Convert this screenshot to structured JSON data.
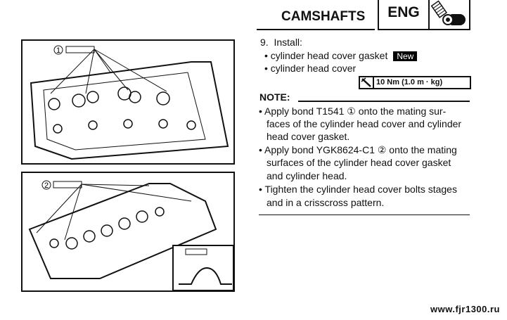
{
  "header": {
    "section_title": "CAMSHAFTS",
    "tab_label": "ENG",
    "tab_icon": "engine-camshaft-icon"
  },
  "step": {
    "number": "9.",
    "label": "Install:"
  },
  "items": [
    {
      "text": "cylinder head cover gasket",
      "badge": "New"
    },
    {
      "text": "cylinder head cover"
    }
  ],
  "torque": {
    "icon": "torque-wrench-icon",
    "value": "10 Nm (1.0 m · kg)"
  },
  "note": {
    "heading": "NOTE:",
    "lines": [
      "• Apply bond T1541 ① onto the mating sur-",
      "faces of the cylinder head cover and cylinder",
      "head cover gasket.",
      "• Apply bond YGK8624-C1 ② onto the mating",
      "surfaces of the cylinder head cover gasket",
      "and cylinder head.",
      "• Tighten the cylinder head cover bolts stages",
      "and in a crisscross pattern."
    ]
  },
  "figures": {
    "fig1_callout": "1",
    "fig2_callout": "2"
  },
  "watermark": "www.fjr1300.ru"
}
